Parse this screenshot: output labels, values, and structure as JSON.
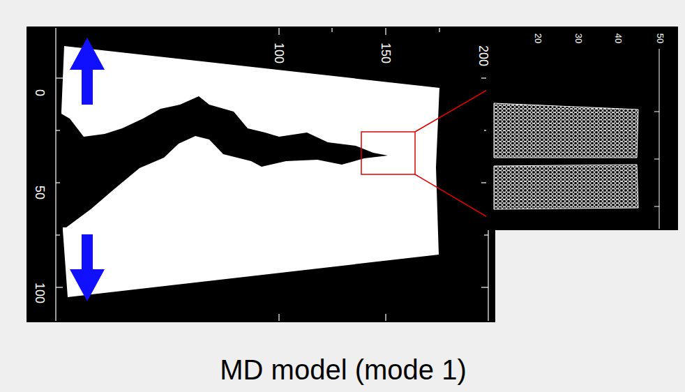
{
  "diagram": {
    "caption": "MD model (mode 1)",
    "labels": [
      "100",
      "150",
      "200",
      "0",
      "50",
      "100",
      "20",
      "30",
      "40",
      "50"
    ]
  }
}
